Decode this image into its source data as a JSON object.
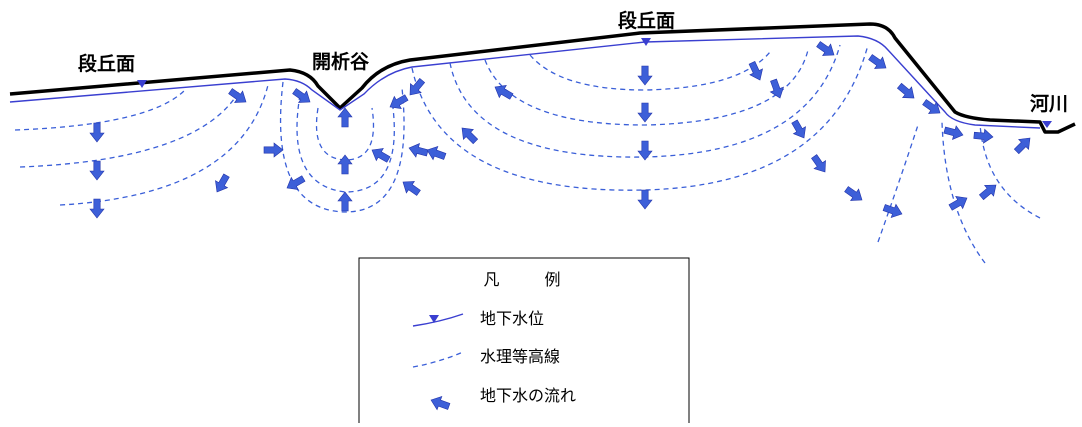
{
  "labels": {
    "terrace_left": "段丘面",
    "valley": "開析谷",
    "terrace_right": "段丘面",
    "river": "河川"
  },
  "legend": {
    "title": "凡 例",
    "items": [
      {
        "label": "地下水位"
      },
      {
        "label": "水理等高線"
      },
      {
        "label": "地下水の流れ"
      }
    ]
  },
  "colors": {
    "ground": "#000000",
    "water": "#3a3fd0",
    "arrow": "#3d5fd8",
    "arrow_edge": "#2233aa"
  },
  "icons": {
    "water_table": "inverted-triangle-marker",
    "flow": "arrow-icon"
  }
}
